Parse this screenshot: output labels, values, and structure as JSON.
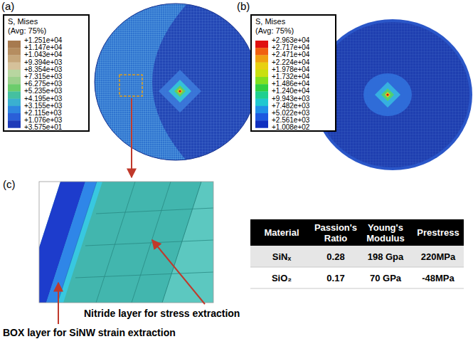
{
  "diagram": {
    "nodes": [
      {
        "text": [
          "S, Mises",
          "(Avg: 75%)",
          "+1.251e+04",
          "+1.147e+04",
          "+1.043e+04",
          "+9.394e+03",
          "+8.354e+03",
          "+7.315e+03",
          "+6.275e+03",
          "+5.235e+03",
          "+4.195e+03",
          "+3.155e+03",
          "+2.115e+03",
          "+1.076e+03",
          "+3.575e+01"
        ]
      },
      {
        "text": [
          "S, Mises",
          "(Avg: 75%)",
          "+2.963e+04",
          "+2.717e+04",
          "+2.471e+04",
          "+2.224e+04",
          "+1.978e+04",
          "+1.732e+04",
          "+1.486e+04",
          "+1.240e+04",
          "+9.943e+03",
          "+7.482e+03",
          "+5.022e+03",
          "+2.561e+03",
          "+1.008e+02"
        ]
      }
    ],
    "labels": [
      "(a)",
      "(b)",
      "(c)",
      "Material",
      "Passion's Ratio",
      "Young's Modulus",
      "Prestress",
      "SiNₓ",
      "0.28",
      "198 Gpa",
      "220MPa",
      "SiO₂",
      "0.17",
      "70 GPa",
      "-48MPa",
      "Nitride layer for stress extraction",
      "BOX layer for SiNW strain extraction"
    ]
  }
}
